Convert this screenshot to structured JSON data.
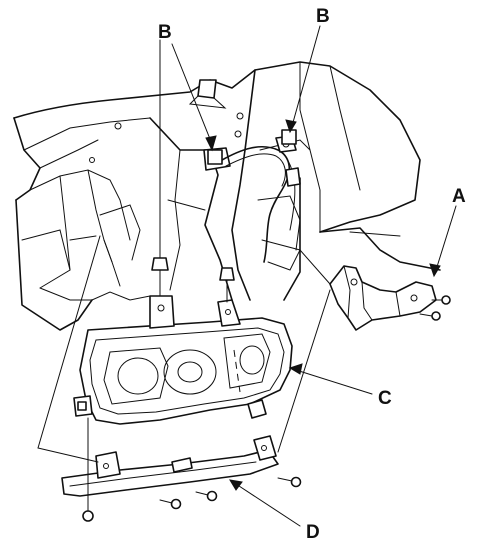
{
  "callouts": {
    "b_left": "B",
    "b_right": "B",
    "a": "A",
    "c": "C",
    "d": "D"
  }
}
